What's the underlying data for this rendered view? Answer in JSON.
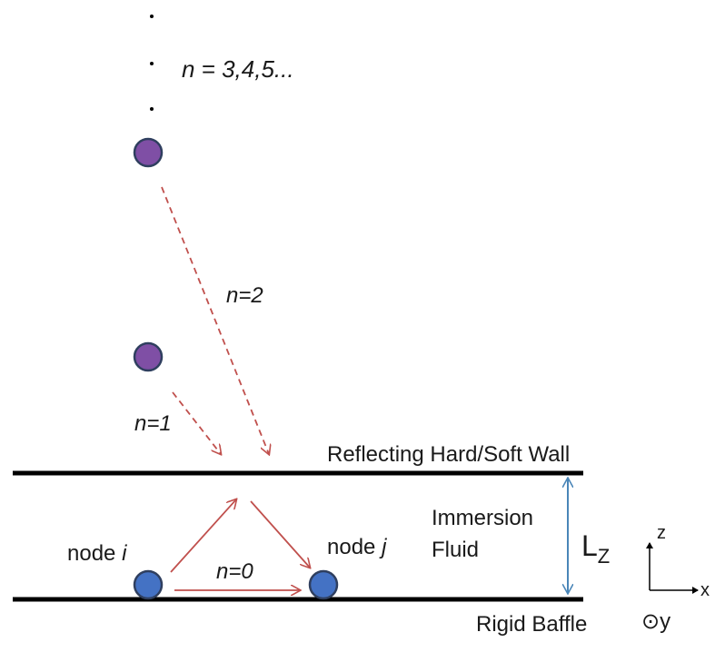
{
  "labels": {
    "n_higher": "n = 3,4,5...",
    "n2": "n=2",
    "n1": "n=1",
    "n0": "n=0",
    "node_i_prefix": "node ",
    "node_i_var": "i",
    "node_j_prefix": "node ",
    "node_j_var": "j",
    "top_wall": "Reflecting Hard/Soft Wall",
    "fluid_line1": "Immersion",
    "fluid_line2": "Fluid",
    "lz_main": "L",
    "lz_sub": "Z",
    "bottom_wall": "Rigid Baffle",
    "axis_z": "z",
    "axis_x": "x",
    "axis_y_symbol": "⊙",
    "axis_y": "y"
  },
  "colors": {
    "wall": "#000000",
    "path_arrow": "#c0504d",
    "lz_arrow": "#4a86b8",
    "node_fill": "#4472c4",
    "image_node_fill": "#7f4fa5",
    "node_stroke": "#2f3f5f"
  }
}
